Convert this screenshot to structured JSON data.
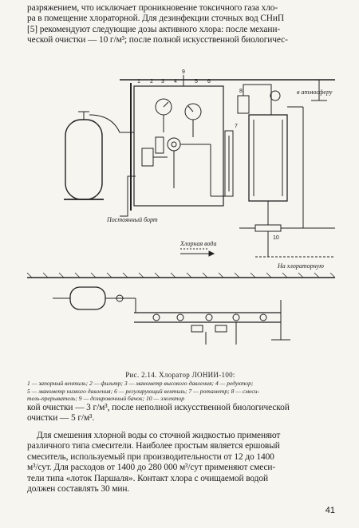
{
  "paragraph_top": [
    "разряжением, что исключает проникновение токсичного газа хло-",
    "ра в помещение хлораторной. Для дезинфекции сточных вод СНиП",
    "[5] рекомендуют следующие дозы активного хлора: после механи-",
    "ческой очистки — 10 г/м³; после полной искусственной биологичес-"
  ],
  "figure": {
    "labels": {
      "top_number": "9",
      "vent_label": "в атмосферу",
      "left_note": "Постоянный борт",
      "supply_label": "Хлорная вода",
      "bottom_right": "На хлораторную"
    },
    "numbers": [
      "1",
      "2",
      "3",
      "4",
      "5",
      "6",
      "7",
      "8",
      "10"
    ]
  },
  "caption": {
    "title": "Рис. 2.14. Хлоратор ЛОНИИ-100:",
    "lines": [
      "1 — запорный вентиль; 2 — фильтр; 3 — манометр высокого давления; 4 — редуктор;",
      "5 — манометр низкого давления; 6 — регулирующий вентиль; 7 — ротаметр; 8 — смеси-",
      "тель-прерыватель; 9 — дозировочный бачок; 10 — эжектор"
    ]
  },
  "paragraph_after": [
    "кой очистки — 3 г/м³, после неполной искусственной биологической",
    "очистки — 5 г/м³."
  ],
  "paragraph_bottom": [
    "Для смешения хлорной воды со сточной жидкостью применяют",
    "различного типа смесители. Наиболее простым является ершовый",
    "смеситель, используемый при производительности от 12 до 1400",
    "м³/сут. Для расходов от 1400 до 280 000 м³/сут применяют смеси-",
    "тели типа «лоток Паршаля». Контакт хлора с очищаемой водой",
    "должен составлять 30 мин."
  ],
  "page_number": "41",
  "colors": {
    "paper": "#f7f5f0",
    "ink": "#1c1c1c"
  }
}
